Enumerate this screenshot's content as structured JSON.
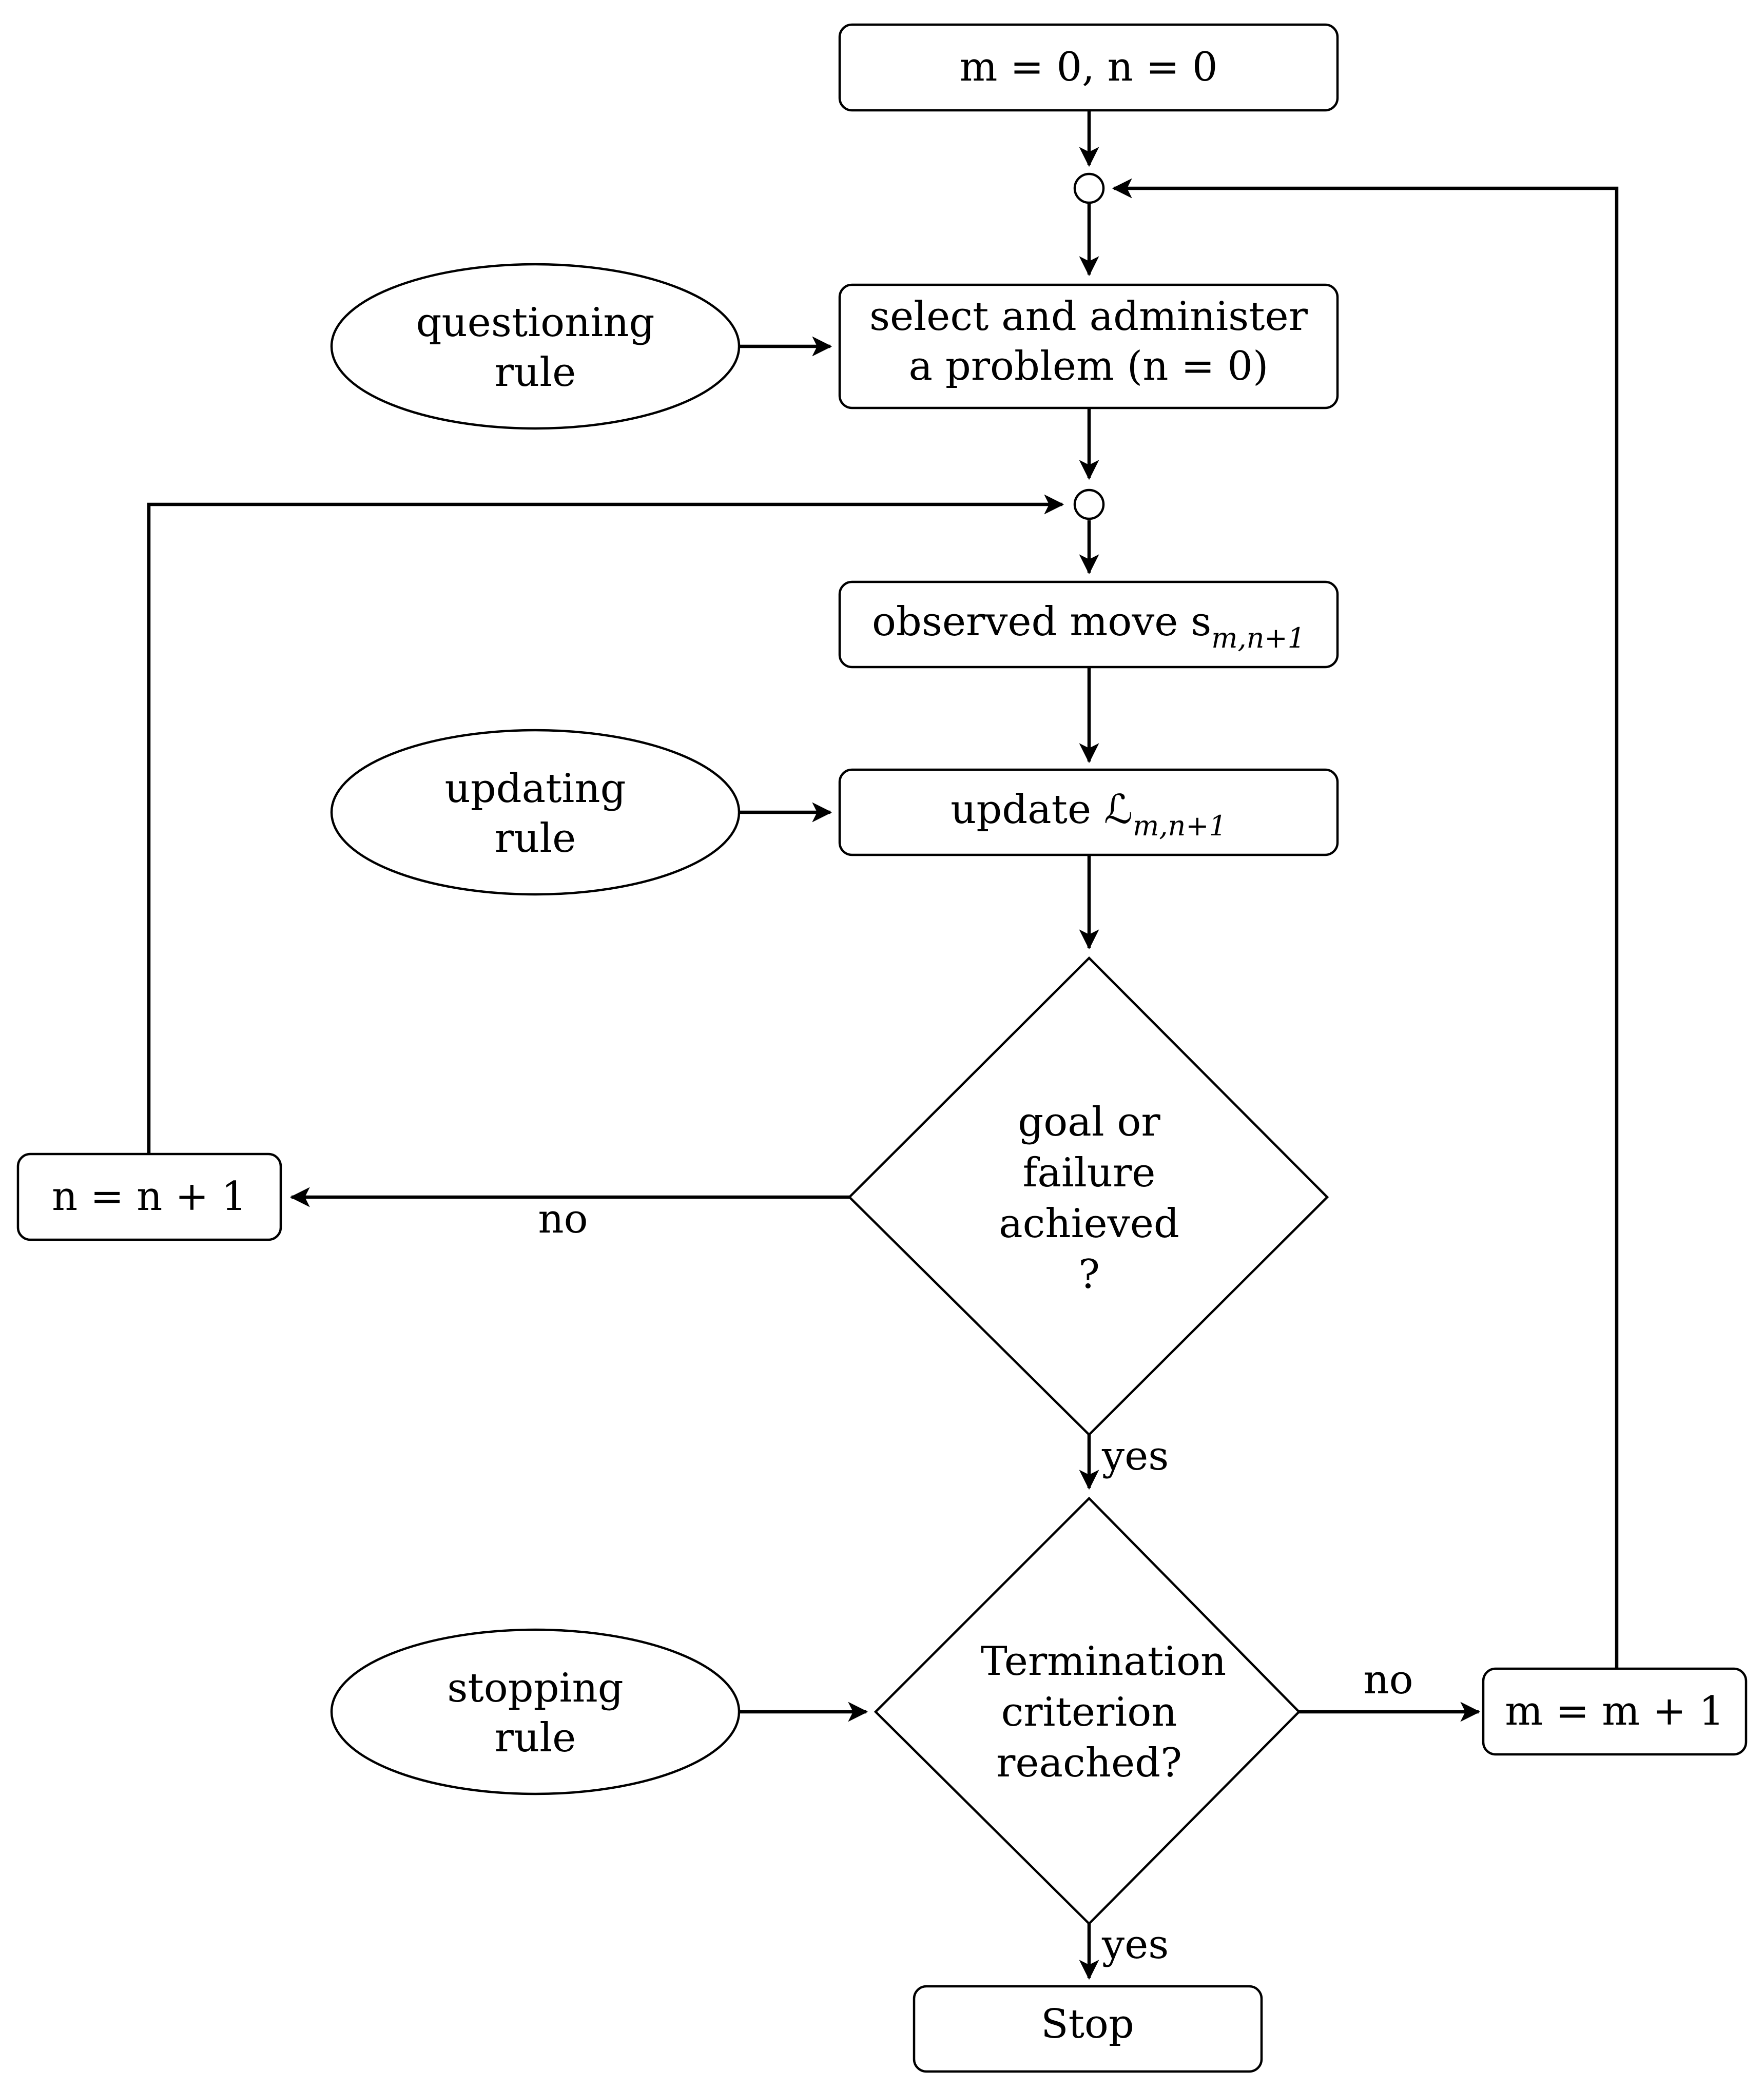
{
  "nodes": {
    "init": {
      "text": "m = 0, n = 0"
    },
    "select": {
      "line1": "select and administer",
      "line2": "a problem (n = 0)"
    },
    "observed": {
      "text": "observed move s",
      "subscript": "m,n+1"
    },
    "update": {
      "text": "update ℒ",
      "subscript": "m,n+1"
    },
    "goal": {
      "lines": [
        "goal or",
        "failure",
        "achieved",
        "?"
      ]
    },
    "termination": {
      "lines": [
        "Termination",
        "criterion",
        "reached?"
      ]
    },
    "n_increment": {
      "text": "n = n + 1"
    },
    "m_increment": {
      "text": "m = m + 1"
    },
    "stop": {
      "text": "Stop"
    }
  },
  "rules": {
    "questioning": {
      "line1": "questioning",
      "line2": "rule"
    },
    "updating": {
      "line1": "updating",
      "line2": "rule"
    },
    "stopping": {
      "line1": "stopping",
      "line2": "rule"
    }
  },
  "edge_labels": {
    "goal_no": "no",
    "goal_yes": "yes",
    "termination_no": "no",
    "termination_yes": "yes"
  }
}
